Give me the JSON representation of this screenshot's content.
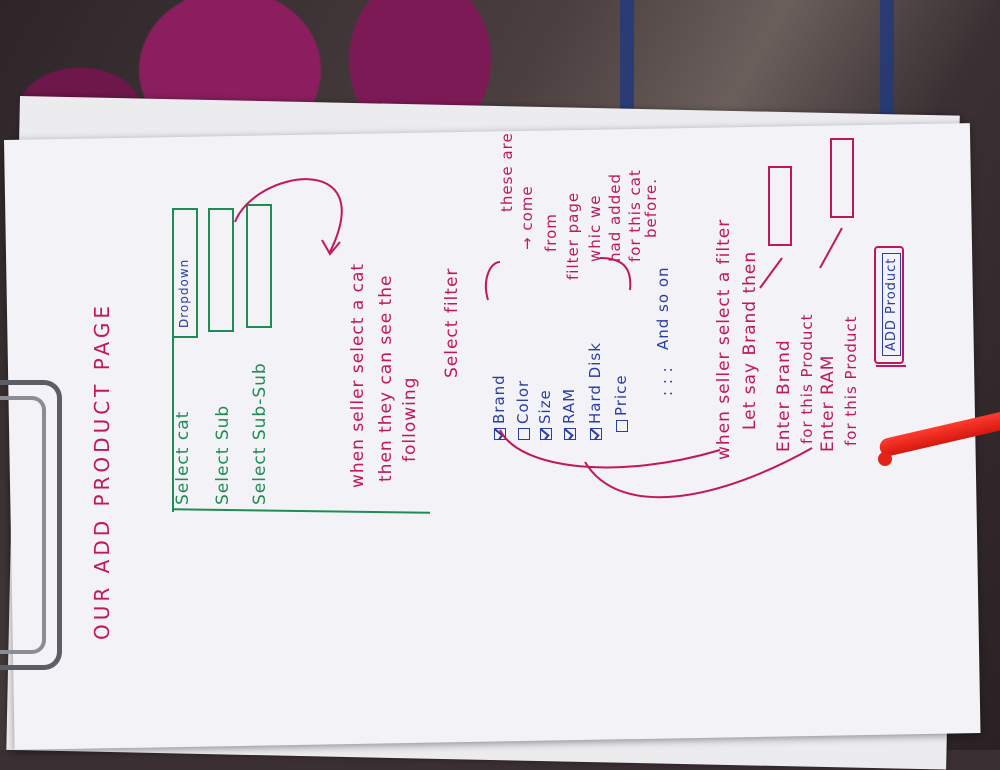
{
  "sketch": {
    "title": "OUR ADD PRODUCT PAGE",
    "fields": [
      {
        "label": "Select cat",
        "control": "Dropdown"
      },
      {
        "label": "Select Sub",
        "control": ""
      },
      {
        "label": "Select Sub-Sub",
        "control": ""
      }
    ],
    "note_category": [
      "when seller select a cat",
      "then they can see the",
      "following"
    ],
    "select_filter_label": "Select filter",
    "filters": [
      {
        "label": "Brand",
        "checked": true
      },
      {
        "label": "Color",
        "checked": false
      },
      {
        "label": "Size",
        "checked": true
      },
      {
        "label": "RAM",
        "checked": true
      },
      {
        "label": "Hard Disk",
        "checked": true
      },
      {
        "label": "Price",
        "checked": false
      }
    ],
    "ellipsis": ": : :",
    "note_filters": [
      "these are",
      "→ come",
      "from",
      "filter page",
      "whic we",
      "had added",
      "for this cat",
      "before."
    ],
    "note_and_so_on": "And so on",
    "note_select_filter": [
      "when seller select a filter",
      "Let say Brand then"
    ],
    "enter_brand": [
      "Enter Brand",
      "for this Product"
    ],
    "enter_ram": [
      "Enter RAM",
      "for this Product"
    ],
    "add_product_button": "ADD Product",
    "colors": {
      "red_ink": "#c0185a",
      "green_ink": "#1e8c53",
      "blue_ink": "#283da5",
      "paper": "#f3f2f6"
    }
  }
}
